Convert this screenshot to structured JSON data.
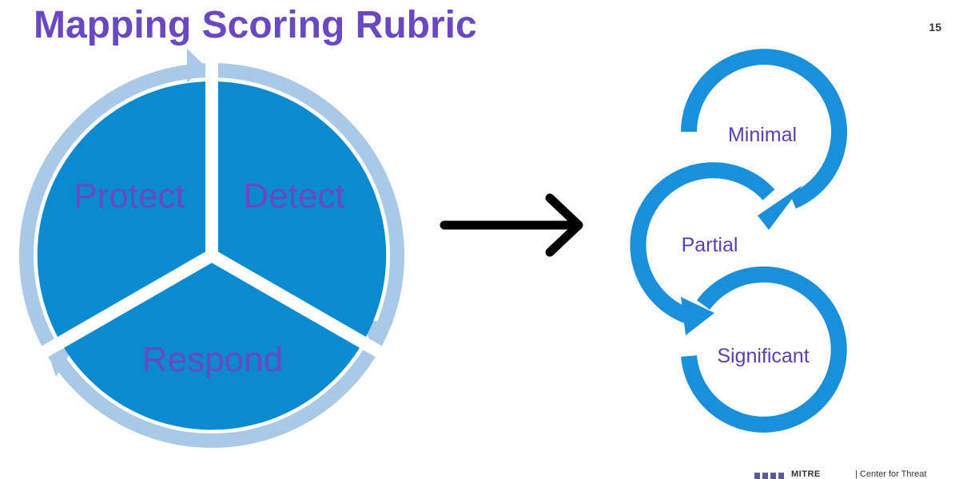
{
  "slide": {
    "title": "Mapping Scoring Rubric",
    "page_number": "15"
  },
  "cycle": {
    "segments": [
      "Protect",
      "Detect",
      "Respond"
    ],
    "fill_color": "#0a8ad0",
    "arrow_color": "#a9c9e6",
    "label_color": "#6a48c2"
  },
  "transition_arrow": {
    "icon": "right-arrow-icon",
    "color": "#000000"
  },
  "scoring": {
    "levels": [
      "Minimal",
      "Partial",
      "Significant"
    ],
    "arrow_color": "#1a8fdb",
    "label_color": "#5a3fb0"
  },
  "footer": {
    "brand": "MITRE",
    "center": "| Center for Threat"
  }
}
